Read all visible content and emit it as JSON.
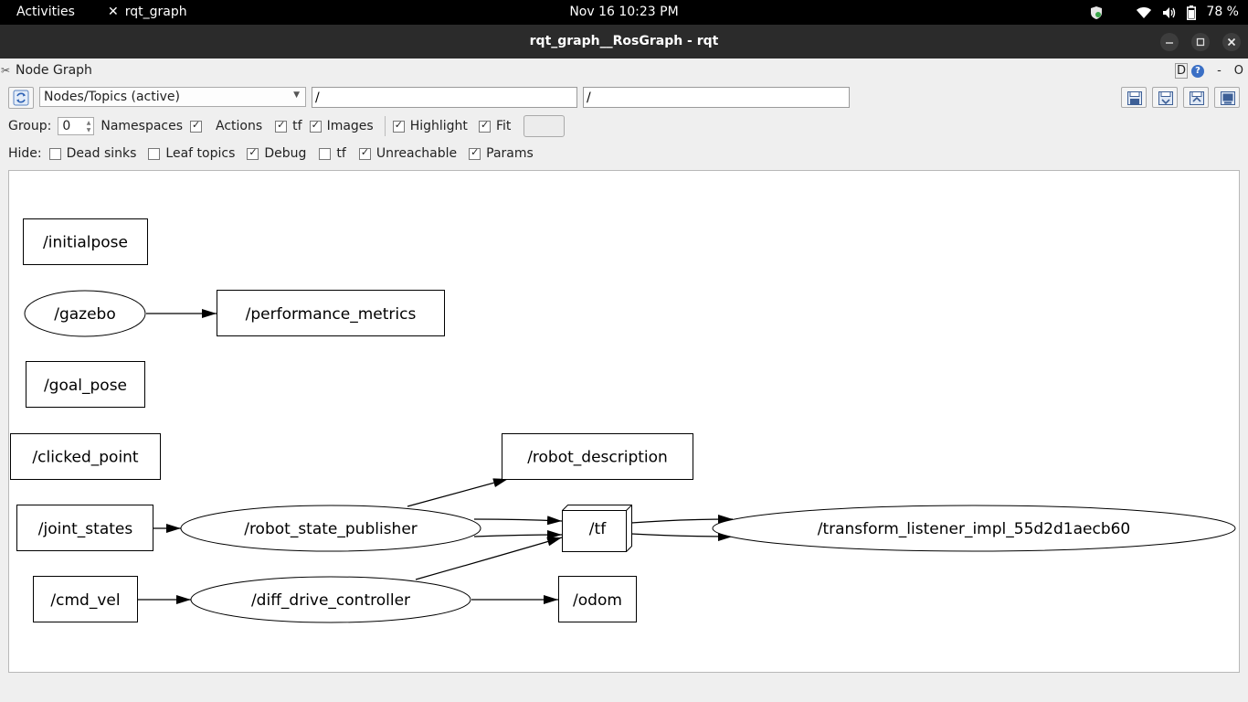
{
  "topbar": {
    "activities": "Activities",
    "app_name": "rqt_graph",
    "clock": "Nov 16  10:23 PM",
    "battery": "78 %"
  },
  "window": {
    "title": "rqt_graph__RosGraph - rqt"
  },
  "dock": {
    "title": "Node Graph",
    "d_label": "D",
    "help_label": "?",
    "dash": "-",
    "close_label": "O"
  },
  "toolbar": {
    "graph_type": "Nodes/Topics (active)",
    "namespace_filter": "/",
    "topic_filter": "/"
  },
  "options": {
    "group_label": "Group:",
    "group_value": "0",
    "namespaces": {
      "label": "Namespaces",
      "checked": true
    },
    "actions": {
      "label": "Actions",
      "checked": true
    },
    "tf": {
      "label": "tf",
      "checked": true
    },
    "images": {
      "label": "Images",
      "checked": true
    },
    "highlight": {
      "label": "Highlight",
      "checked": true
    },
    "fit": {
      "label": "Fit",
      "checked": true
    }
  },
  "hide": {
    "label": "Hide:",
    "dead_sinks": {
      "label": "Dead sinks",
      "checked": false
    },
    "leaf_topics": {
      "label": "Leaf topics",
      "checked": false
    },
    "debug": {
      "label": "Debug",
      "checked": true
    },
    "tf": {
      "label": "tf",
      "checked": false
    },
    "unreachable": {
      "label": "Unreachable",
      "checked": true
    },
    "params": {
      "label": "Params",
      "checked": true
    }
  },
  "graph": {
    "topics": {
      "initialpose": "/initialpose",
      "performance_metrics": "/performance_metrics",
      "goal_pose": "/goal_pose",
      "clicked_point": "/clicked_point",
      "robot_description": "/robot_description",
      "joint_states": "/joint_states",
      "tf": "/tf",
      "cmd_vel": "/cmd_vel",
      "odom": "/odom"
    },
    "nodes": {
      "gazebo": "/gazebo",
      "robot_state_publisher": "/robot_state_publisher",
      "transform_listener": "/transform_listener_impl_55d2d1aecb60",
      "diff_drive_controller": "/diff_drive_controller"
    }
  }
}
